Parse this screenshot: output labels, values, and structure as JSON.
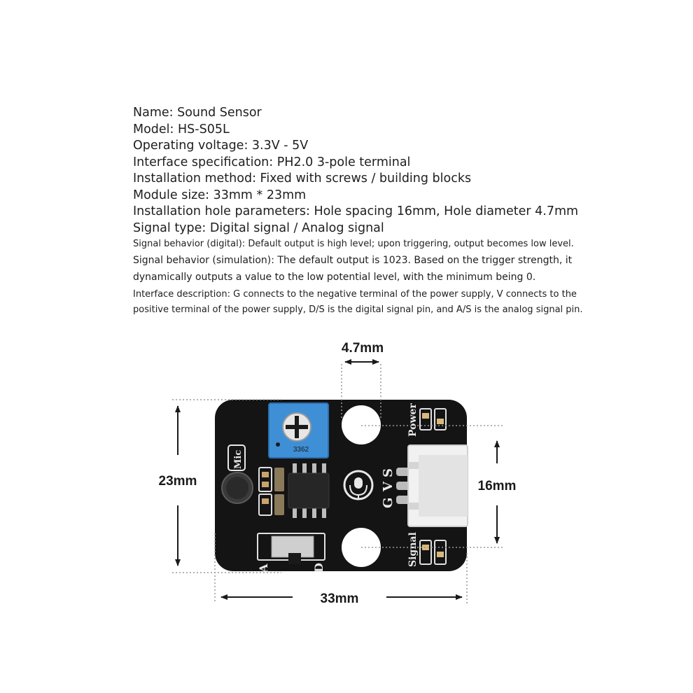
{
  "specs": {
    "name": "Name: Sound Sensor",
    "model": "Model: HS-S05L",
    "voltage": "Operating voltage: 3.3V - 5V",
    "interface": "Interface specification: PH2.0 3-pole terminal",
    "installation": "Installation method: Fixed with screws / building blocks",
    "size": "Module size: 33mm * 23mm",
    "holes": "Installation hole parameters: Hole spacing 16mm, Hole diameter 4.7mm",
    "signal_type": "Signal type: Digital signal / Analog signal",
    "digital_behavior": "Signal behavior (digital): Default output is high level; upon triggering, output becomes low level.",
    "sim_behavior_1": "Signal behavior (simulation): The default output is 1023. Based on the trigger strength, it",
    "sim_behavior_2": "dynamically outputs a value to the low potential level, with the minimum being 0.",
    "interface_desc_1": "Interface description: G connects to the negative terminal of the power supply, V connects to the",
    "interface_desc_2": "positive terminal of the power supply, D/S is the digital signal pin, and A/S is the analog signal pin."
  },
  "dimensions": {
    "hole_diameter": "4.7mm",
    "height": "23mm",
    "hole_spacing": "16mm",
    "width": "33mm"
  },
  "board": {
    "mic_label": "Mic",
    "power_label": "Power",
    "signal_label": "Signal",
    "pin_g": "G",
    "pin_v": "V",
    "pin_s": "S",
    "switch_a": "A",
    "switch_d": "D",
    "pot_marking": "3362",
    "colors": {
      "pcb": "#141414",
      "potentiometer": "#3f8fd6",
      "connector": "#f1f1f1"
    }
  }
}
